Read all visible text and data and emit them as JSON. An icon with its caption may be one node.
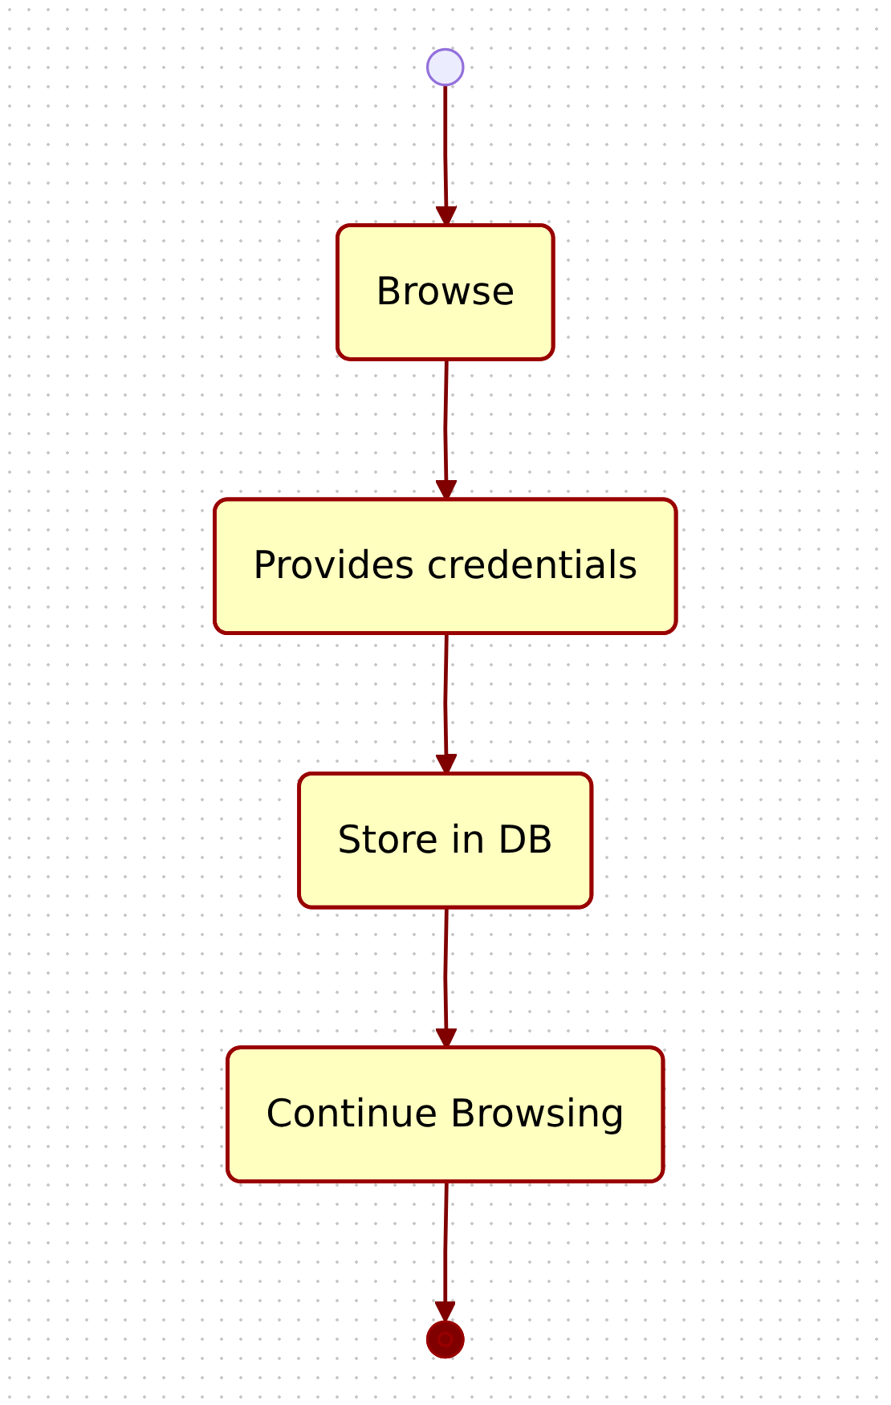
{
  "diagram": {
    "nodes": [
      {
        "text": [],
        "shape": "circle"
      },
      {
        "text": [
          "Browse"
        ]
      },
      {
        "text": [
          "Provides credentials"
        ]
      },
      {
        "text": [
          "Store in DB"
        ]
      },
      {
        "text": [
          "Continue Browsing"
        ]
      },
      {
        "text": [],
        "shape": "circle"
      }
    ],
    "edges": [
      {
        "from": 0,
        "to": 1,
        "arrow": "to"
      },
      {
        "from": 1,
        "to": 2,
        "arrow": "to"
      },
      {
        "from": 2,
        "to": 3,
        "arrow": "to"
      },
      {
        "from": 3,
        "to": 4,
        "arrow": "to"
      },
      {
        "from": 4,
        "to": 5,
        "arrow": "to"
      }
    ]
  }
}
